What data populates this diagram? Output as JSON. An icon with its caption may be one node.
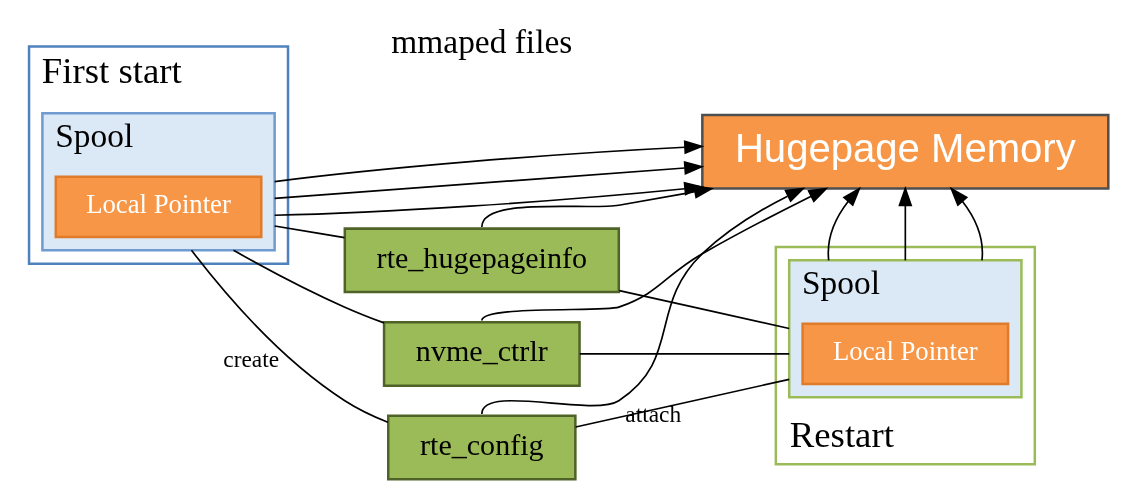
{
  "diagram": {
    "nodes": [
      {
        "text": [
          "First start"
        ]
      },
      {
        "text": [
          "Spool"
        ],
        "in": 0
      },
      {
        "text": [
          "Local Pointer"
        ],
        "in": 1
      },
      {
        "text": [
          "nvme_ctrlr"
        ]
      },
      {
        "text": [
          "rte_config"
        ]
      },
      {
        "text": [
          "rte_hugepageinfo"
        ]
      },
      {
        "text": [
          "Hugepage Memory"
        ]
      },
      {
        "text": [
          "Restart"
        ]
      },
      {
        "text": [
          "Spool"
        ],
        "in": 7
      },
      {
        "text": [
          "Local Pointer"
        ],
        "in": 8
      }
    ],
    "edges": [
      {
        "from": 1,
        "to": 3,
        "arrow": "none"
      },
      {
        "from": 1,
        "to": 4,
        "arrow": "none",
        "label": "create"
      },
      {
        "from": 1,
        "to": 5,
        "arrow": "none"
      },
      {
        "from": 3,
        "to": 6,
        "arrow": "to"
      },
      {
        "from": 4,
        "to": 6,
        "arrow": "to"
      },
      {
        "from": 5,
        "to": 6,
        "arrow": "to"
      },
      {
        "from": 3,
        "to": 8,
        "arrow": "none"
      },
      {
        "from": 4,
        "to": 8,
        "arrow": "none",
        "label": "attach"
      },
      {
        "from": 5,
        "to": 8,
        "arrow": "none"
      },
      {
        "from": 1,
        "to": 6,
        "arrow": "to"
      },
      {
        "from": 1,
        "to": 6,
        "arrow": "to"
      },
      {
        "from": 1,
        "to": 6,
        "arrow": "to"
      },
      {
        "from": 8,
        "to": 6,
        "arrow": "to"
      },
      {
        "from": 8,
        "to": 6,
        "arrow": "to"
      },
      {
        "from": 8,
        "to": 6,
        "arrow": "to"
      }
    ],
    "labels": [
      "mmaped files"
    ]
  }
}
